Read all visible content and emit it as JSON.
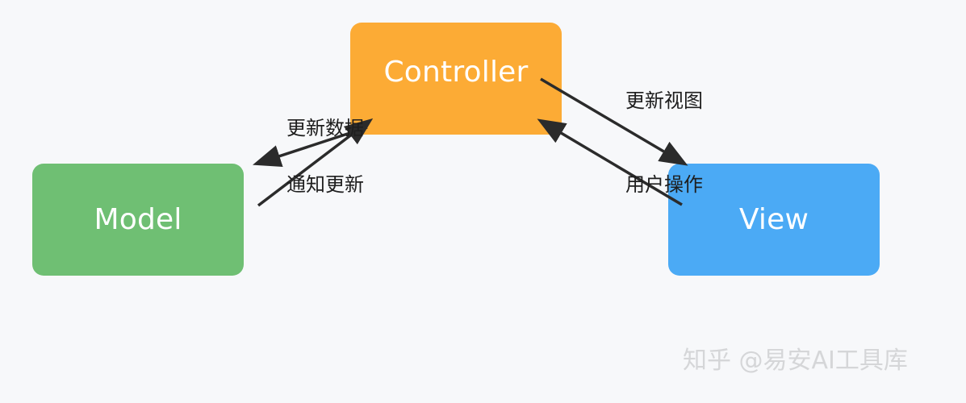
{
  "diagram": {
    "nodes": {
      "controller": {
        "label": "Controller",
        "color": "#fcab35"
      },
      "model": {
        "label": "Model",
        "color": "#6fbf73"
      },
      "view": {
        "label": "View",
        "color": "#4baaf5"
      }
    },
    "edges": [
      {
        "from": "controller",
        "to": "model",
        "label": "更新数据"
      },
      {
        "from": "model",
        "to": "controller",
        "label": "通知更新"
      },
      {
        "from": "controller",
        "to": "view",
        "label": "更新视图"
      },
      {
        "from": "view",
        "to": "controller",
        "label": "用户操作"
      }
    ],
    "arrow_color": "#2b2b2b"
  },
  "watermark": "知乎 @易安AI工具库"
}
